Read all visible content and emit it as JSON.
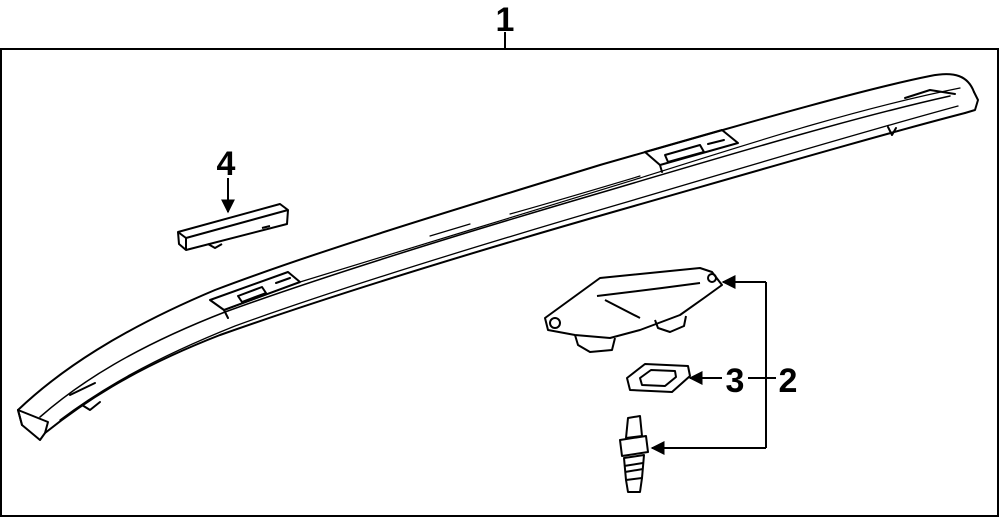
{
  "diagram": {
    "callouts": {
      "part_1": "1",
      "part_2": "2",
      "part_3": "3",
      "part_4": "4"
    },
    "colors": {
      "line": "#000000",
      "background": "#ffffff"
    }
  }
}
